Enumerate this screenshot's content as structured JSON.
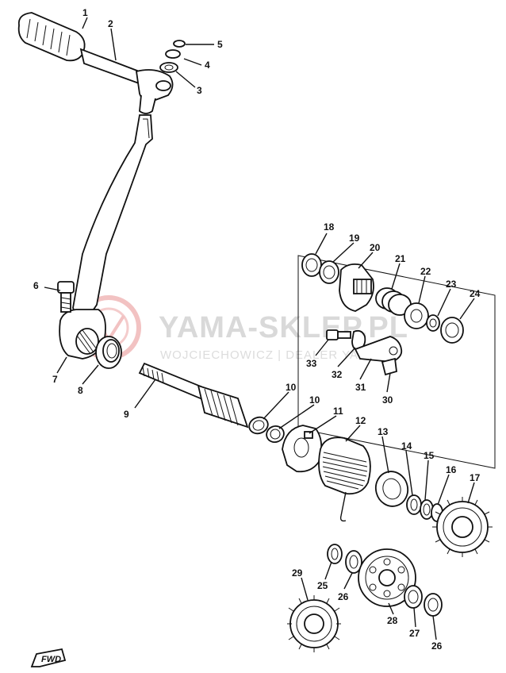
{
  "watermark": {
    "brand": "YAMA-SKLEP.PL",
    "tagline": "WOJCIECHOWICZ | DEALER YAMAHA"
  },
  "direction_marker": "FWD",
  "callouts": [
    "1",
    "2",
    "3",
    "4",
    "5",
    "6",
    "7",
    "8",
    "9",
    "10",
    "10",
    "11",
    "12",
    "13",
    "14",
    "15",
    "16",
    "17",
    "18",
    "19",
    "20",
    "21",
    "22",
    "23",
    "24",
    "25",
    "26",
    "26",
    "27",
    "28",
    "29",
    "30",
    "31",
    "32",
    "33"
  ]
}
